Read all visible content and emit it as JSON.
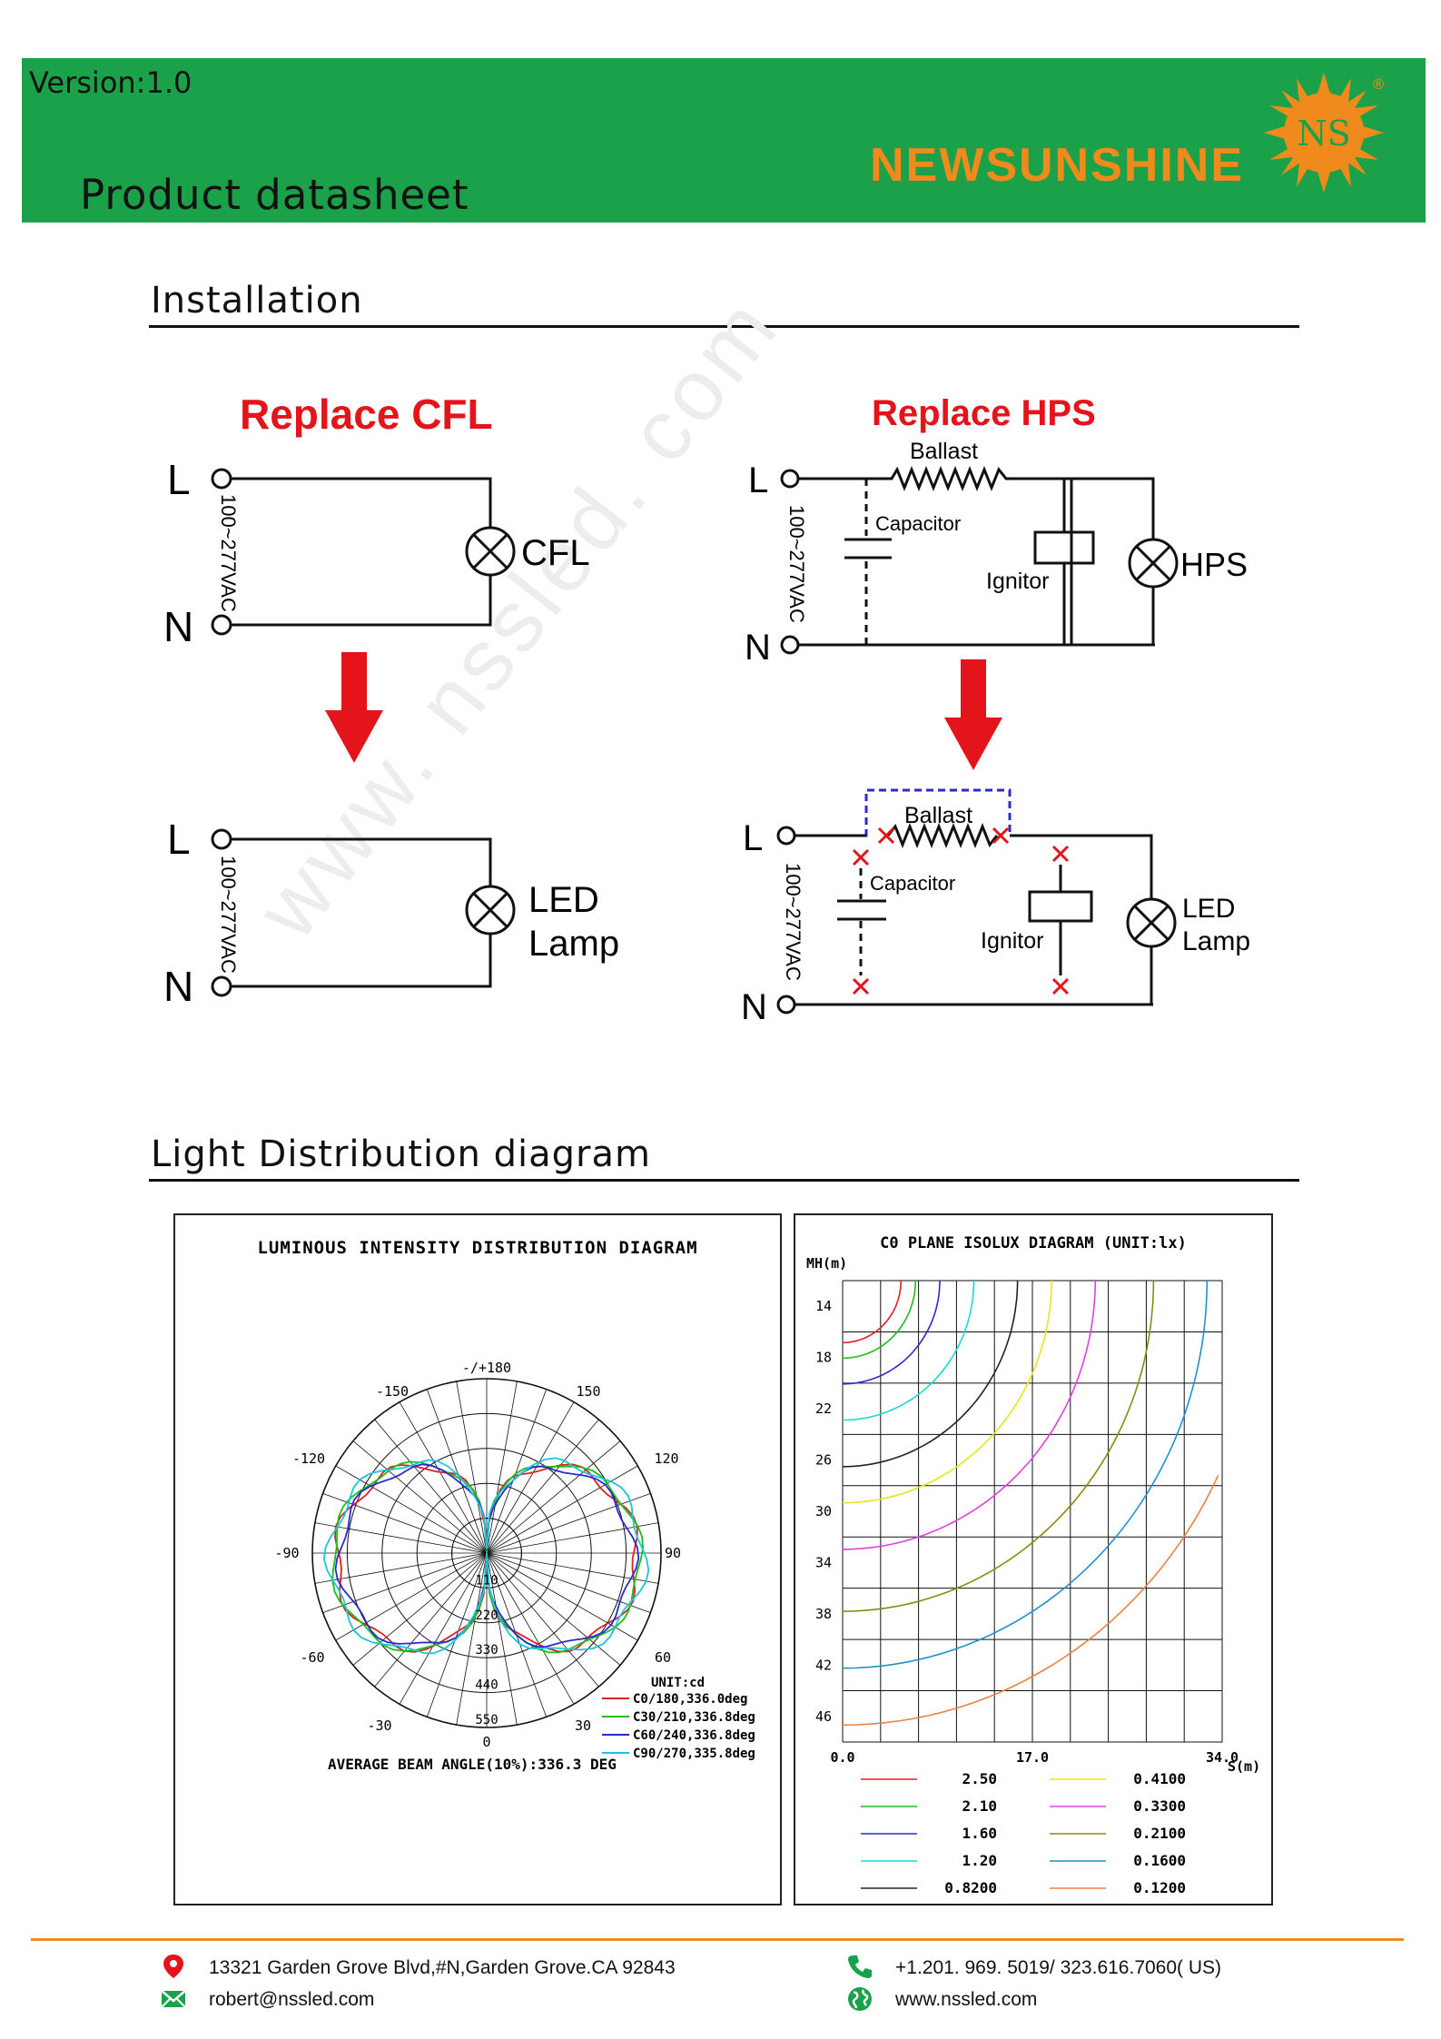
{
  "header": {
    "version": "Version:1.0",
    "title": "Product datasheet",
    "brand": "NEWSUNSHINE",
    "logo_text": "NS",
    "registered": "®",
    "colors": {
      "band": "#1aa14a",
      "brand": "#f08a1c"
    }
  },
  "installation": {
    "heading": "Installation",
    "watermark": "www. nssled. com",
    "cfl": {
      "title": "Replace  CFL",
      "line": "L",
      "neutral": "N",
      "voltage": "100~277VAC",
      "lamp": "CFL",
      "led_lamp_line1": "LED",
      "led_lamp_line2": "Lamp"
    },
    "hps": {
      "title": "Replace  HPS",
      "line": "L",
      "neutral": "N",
      "voltage": "100~277VAC",
      "ballast": "Ballast",
      "capacitor": "Capacitor",
      "ignitor": "Ignitor",
      "lamp": "HPS",
      "led_lamp_line1": "LED",
      "led_lamp_line2": "Lamp"
    }
  },
  "light_distribution": {
    "heading": "Light Distribution diagram",
    "polar": {
      "title": "LUMINOUS INTENSITY DISTRIBUTION DIAGRAM",
      "angle_labels": [
        "-/+180",
        "-150",
        "150",
        "-120",
        "120",
        "-90",
        "90",
        "-60",
        "60",
        "-30",
        "30",
        "0"
      ],
      "radial_labels": [
        "110",
        "220",
        "330",
        "440",
        "550"
      ],
      "unit": "UNIT:cd",
      "legend": [
        {
          "label": "C0/180,336.0deg",
          "color": "#e02020"
        },
        {
          "label": "C30/210,336.8deg",
          "color": "#19c019"
        },
        {
          "label": "C60/240,336.8deg",
          "color": "#2a2ad0"
        },
        {
          "label": "C90/270,335.8deg",
          "color": "#19c8d8"
        }
      ],
      "average": "AVERAGE BEAM ANGLE(10%):336.3 DEG"
    },
    "isolux": {
      "title": "C0 PLANE ISOLUX DIAGRAM (UNIT:lx)",
      "y_axis_label": "MH(m)",
      "x_axis_label": "S(m)",
      "y_ticks": [
        "14",
        "18",
        "22",
        "26",
        "30",
        "34",
        "38",
        "42",
        "46"
      ],
      "x_ticks": [
        "0.0",
        "17.0",
        "34.0"
      ],
      "legend": [
        {
          "value": "2.50",
          "color": "#e02020"
        },
        {
          "value": "2.10",
          "color": "#19c019"
        },
        {
          "value": "1.60",
          "color": "#2a2ad0"
        },
        {
          "value": "1.20",
          "color": "#19d8d8"
        },
        {
          "value": "0.8200",
          "color": "#222222"
        },
        {
          "value": "0.4100",
          "color": "#e6e619"
        },
        {
          "value": "0.3300",
          "color": "#e040e0"
        },
        {
          "value": "0.2100",
          "color": "#8a8a10"
        },
        {
          "value": "0.1600",
          "color": "#2090d0"
        },
        {
          "value": "0.1200",
          "color": "#f08040"
        }
      ]
    }
  },
  "footer": {
    "address": "13321 Garden Grove Blvd,#N,Garden Grove.CA 92843",
    "email": "robert@nssled.com",
    "phone": "+1.201. 969. 5019/ 323.616.7060( US)",
    "website": "www.nssled.com"
  }
}
